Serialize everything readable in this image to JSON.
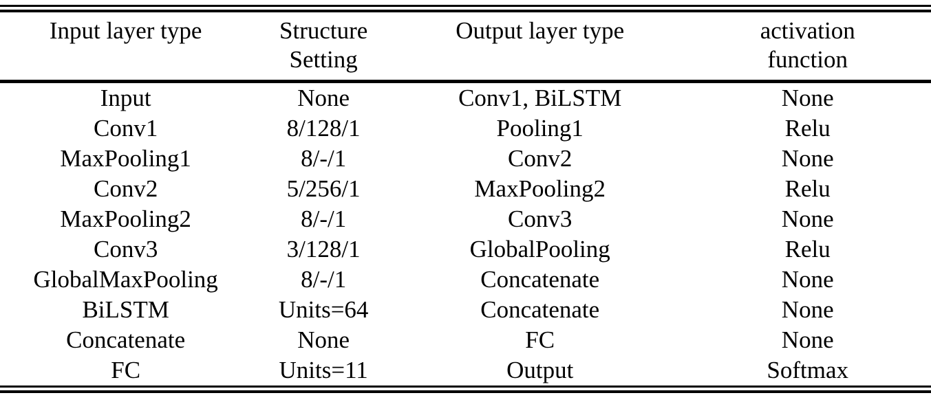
{
  "table": {
    "headers": [
      "Input layer type",
      "Structure\nSetting",
      "Output layer type",
      "activation\nfunction"
    ],
    "rows": [
      [
        "Input",
        "None",
        "Conv1, BiLSTM",
        "None"
      ],
      [
        "Conv1",
        "8/128/1",
        "Pooling1",
        "Relu"
      ],
      [
        "MaxPooling1",
        "8/-/1",
        "Conv2",
        "None"
      ],
      [
        "Conv2",
        "5/256/1",
        "MaxPooling2",
        "Relu"
      ],
      [
        "MaxPooling2",
        "8/-/1",
        "Conv3",
        "None"
      ],
      [
        "Conv3",
        "3/128/1",
        "GlobalPooling",
        "Relu"
      ],
      [
        "GlobalMaxPooling",
        "8/-/1",
        "Concatenate",
        "None"
      ],
      [
        "BiLSTM",
        "Units=64",
        "Concatenate",
        "None"
      ],
      [
        "Concatenate",
        "None",
        "FC",
        "None"
      ],
      [
        "FC",
        "Units=11",
        "Output",
        "Softmax"
      ]
    ],
    "colors": {
      "text": "#000000",
      "rule": "#000000",
      "background": "#ffffff"
    }
  }
}
